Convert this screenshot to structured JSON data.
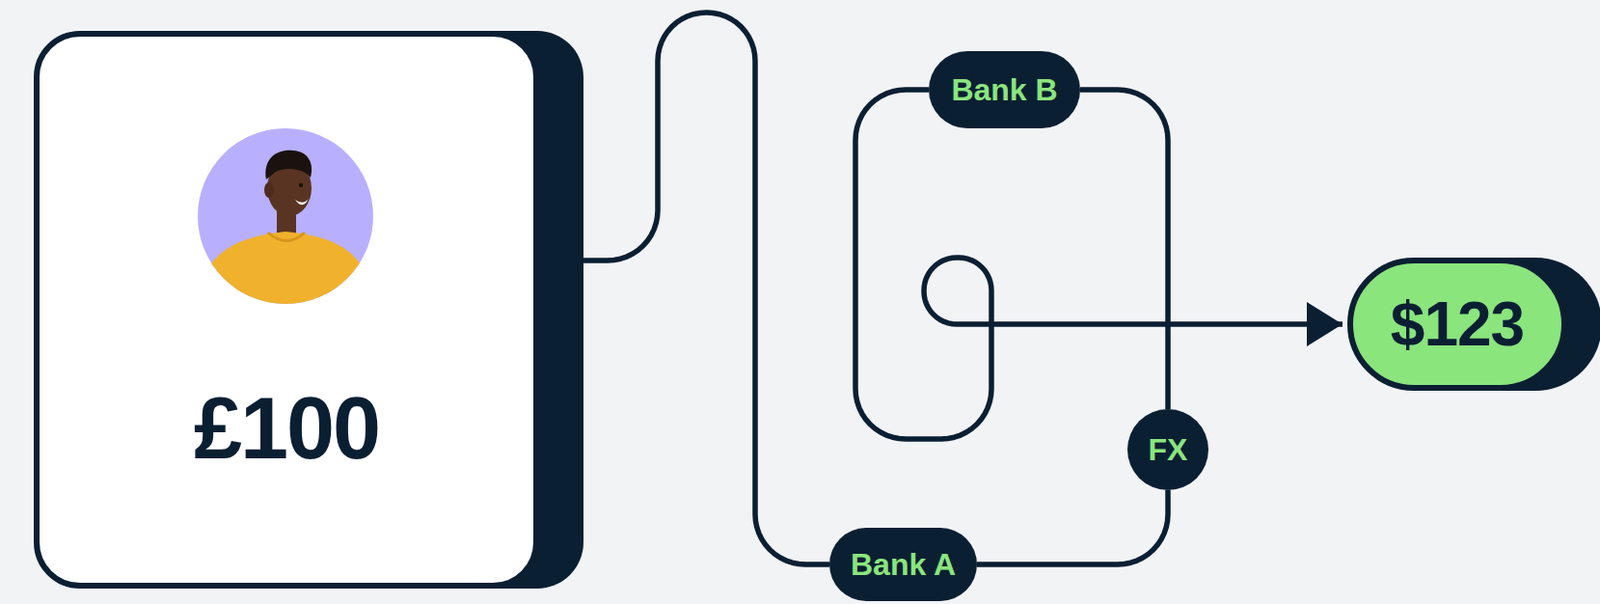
{
  "diagram": {
    "nodes": [
      {
        "text": [
          "£100"
        ]
      },
      {
        "text": [
          "Bank A"
        ]
      },
      {
        "text": [
          "FX"
        ]
      },
      {
        "text": [
          "Bank B"
        ]
      },
      {
        "text": [
          "$123"
        ]
      }
    ],
    "edges": [
      {
        "from": 0,
        "to": 1,
        "arrow": "none"
      },
      {
        "from": 1,
        "to": 2,
        "arrow": "none"
      },
      {
        "from": 2,
        "to": 3,
        "arrow": "none"
      },
      {
        "from": 3,
        "to": 4,
        "arrow": "to"
      }
    ]
  }
}
